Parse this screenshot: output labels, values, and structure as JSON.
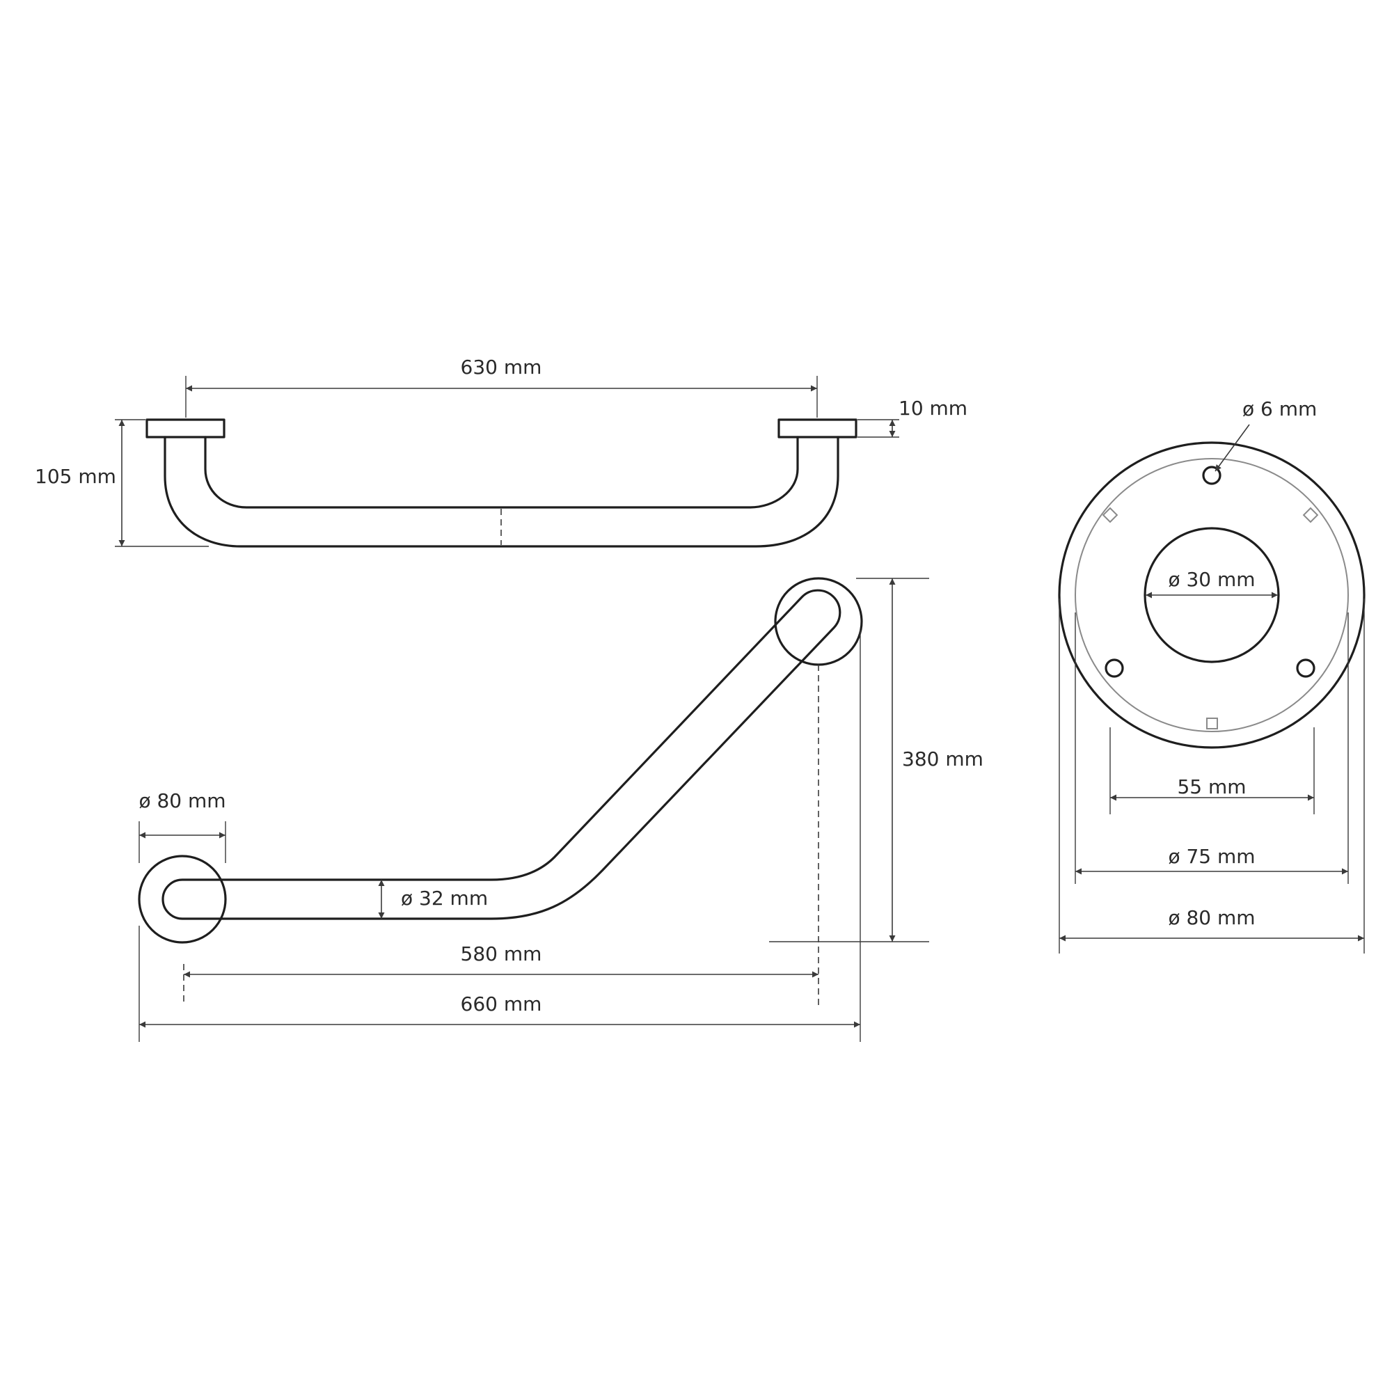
{
  "dimensions": {
    "top_width": "630 mm",
    "plate_thickness": "10 mm",
    "projection_depth": "105 mm",
    "height": "380 mm",
    "rosette_diameter_side": "ø 80 mm",
    "tube_diameter": "ø 32 mm",
    "inner_span": "580 mm",
    "total_length": "660 mm",
    "screw_hole_diameter": "ø 6 mm",
    "center_hole_diameter": "ø 30 mm",
    "screw_spacing": "55 mm",
    "inner_rosette_diameter": "ø 75 mm",
    "outer_rosette_diameter": "ø 80 mm"
  },
  "colors": {
    "line": "#1e1e1e",
    "dimension": "#3a3a3a",
    "background": "#ffffff"
  }
}
